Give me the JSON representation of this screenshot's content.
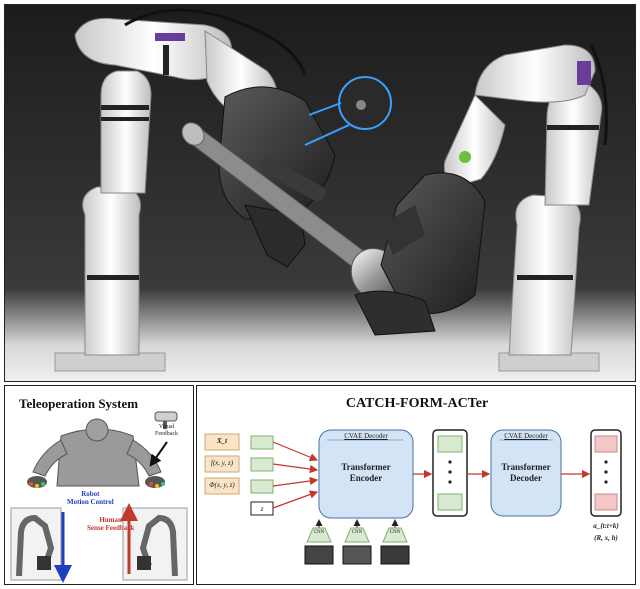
{
  "teleop": {
    "title": "Teleoperation System",
    "visual_feedback": "Visual\nFeedback",
    "robot_motion_control": "Robot\nMotion Control",
    "human_sense_feedback": "Human\nSense Feedback"
  },
  "model": {
    "title": "CATCH-FORM-ACTer",
    "inputs": [
      "X_t",
      "f(x, y, z)",
      "Φ(x, y, z)",
      "z"
    ],
    "encoder_tag": "CVAE Decoder",
    "encoder_label": "Transformer\nEncoder",
    "decoder_tag": "CVAE Decoder",
    "decoder_label": "Transformer\nDecoder",
    "cnn_label": "CNN",
    "output_label": "a_{t:t+k}",
    "output_params": "(R, x, h)"
  },
  "colors": {
    "input_fill": "#fbe3c6",
    "token_fill": "#d9ead3",
    "token_stroke": "#7fb071",
    "block_fill": "#d4e4f7",
    "block_stroke": "#4a6fa5",
    "out_fill": "#f4c7c7",
    "arrow": "#c0392b",
    "robot_arrow": "#1f3fbf",
    "cnn_fill": "#d9ead3"
  }
}
